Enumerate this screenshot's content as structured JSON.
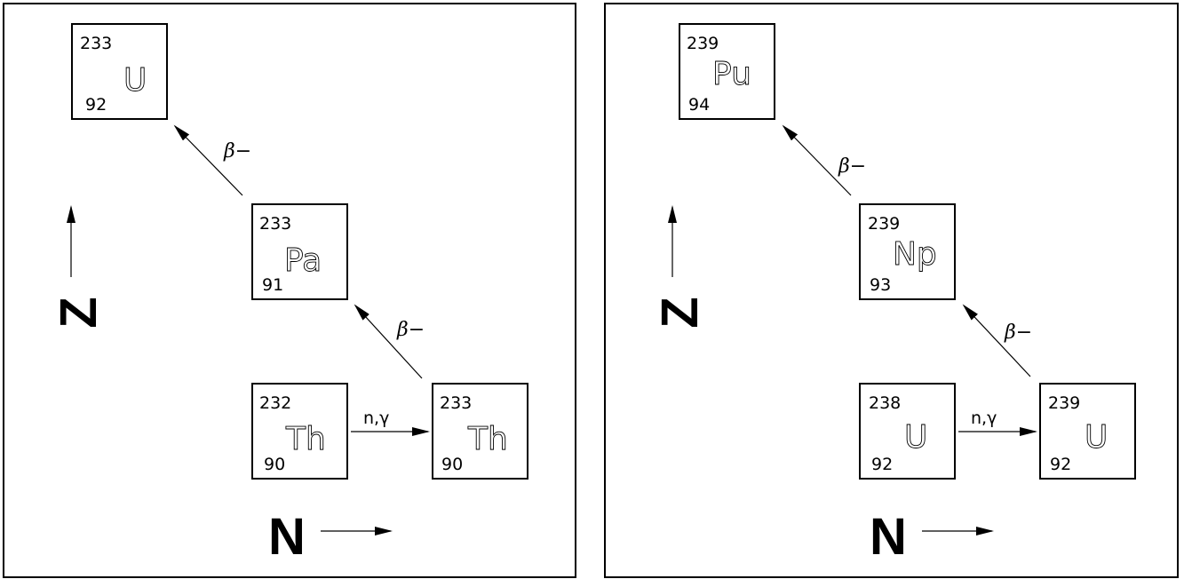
{
  "panels": [
    {
      "nuclides": [
        {
          "mass": "233",
          "symbol": "U",
          "z": "92"
        },
        {
          "mass": "233",
          "symbol": "Pa",
          "z": "91"
        },
        {
          "mass": "232",
          "symbol": "Th",
          "z": "90"
        },
        {
          "mass": "233",
          "symbol": "Th",
          "z": "90"
        }
      ],
      "capture_label": "n,γ",
      "decay_labels": [
        "β−",
        "β−"
      ],
      "axis_n": "N",
      "axis_z": "Z"
    },
    {
      "nuclides": [
        {
          "mass": "239",
          "symbol": "Pu",
          "z": "94"
        },
        {
          "mass": "239",
          "symbol": "Np",
          "z": "93"
        },
        {
          "mass": "238",
          "symbol": "U",
          "z": "92"
        },
        {
          "mass": "239",
          "symbol": "U",
          "z": "92"
        }
      ],
      "capture_label": "n,γ",
      "decay_labels": [
        "β−",
        "β−"
      ],
      "axis_n": "N",
      "axis_z": "Z"
    }
  ]
}
